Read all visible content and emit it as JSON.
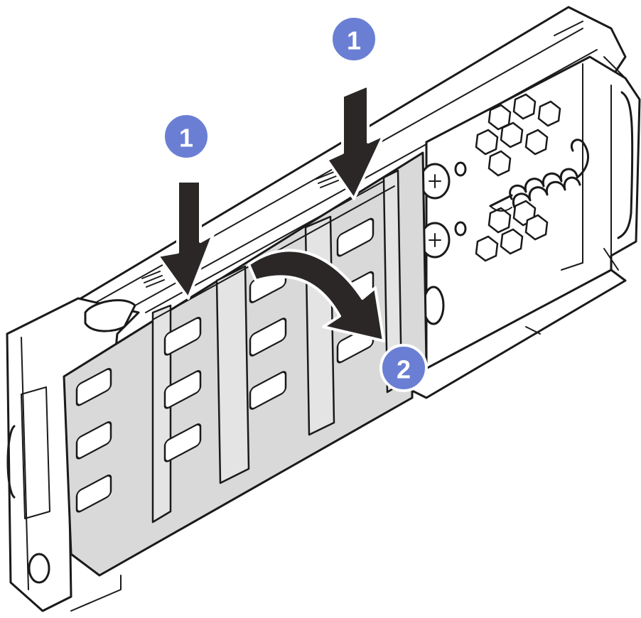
{
  "callouts": [
    {
      "id": "callout-1-left",
      "label": "1"
    },
    {
      "id": "callout-1-right",
      "label": "1"
    },
    {
      "id": "callout-2",
      "label": "2"
    }
  ],
  "colors": {
    "callout_fill": "#6a7fd4",
    "arrow_fill": "#2b2727",
    "panel_fill": "#d9d9d9",
    "line": "#1a1a1a"
  },
  "icons": {
    "push_arrow": "arrow-down-icon",
    "rotate_arrow": "curved-arrow-icon",
    "spring": "spring-icon",
    "screw": "screw-icon"
  }
}
